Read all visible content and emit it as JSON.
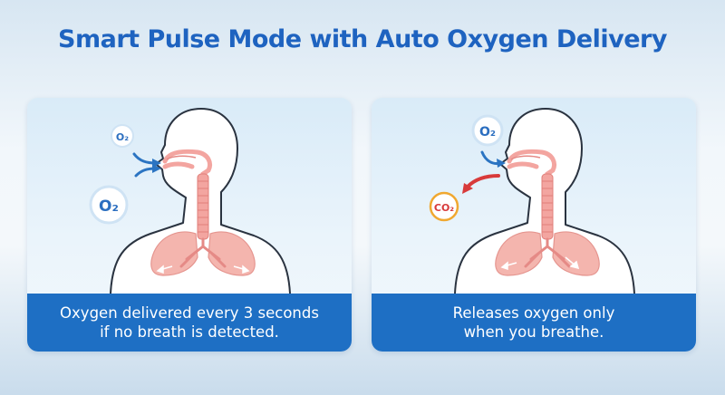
{
  "title": "Smart Pulse Mode with Auto Oxygen Delivery",
  "colors": {
    "title": "#1e63c0",
    "caption_bg": "#1e6fc4",
    "lung": "#f4b5ae",
    "airway": "#f3a5a0",
    "body_outline": "#2a3340",
    "o2_text": "#2c6fc0",
    "inhale_arrow": "#2b74c2",
    "exhale_arrow": "#d83a3a",
    "co2_ring": "#f0a830"
  },
  "panels": [
    {
      "caption": "Oxygen delivered every 3 seconds\nif no breath is detected.",
      "bubbles": [
        {
          "label": "O₂",
          "icon": "o2-bubble-icon"
        },
        {
          "label": "O₂",
          "icon": "o2-bubble-icon"
        }
      ]
    },
    {
      "caption": "Releases oxygen only\nwhen you breathe.",
      "bubbles": [
        {
          "label": "O₂",
          "icon": "o2-bubble-icon"
        },
        {
          "label": "CO₂",
          "icon": "co2-bubble-icon"
        }
      ]
    }
  ]
}
